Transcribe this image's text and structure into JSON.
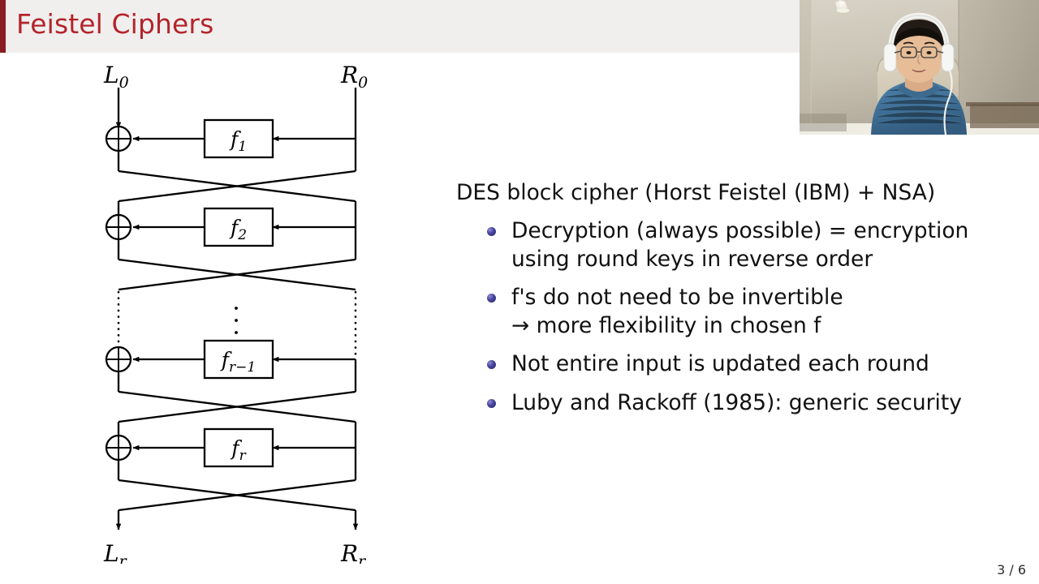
{
  "slide": {
    "title": "Feistel Ciphers",
    "accent_color": "#b4242b",
    "header_bg": "#f0efee",
    "bullet_color": "#4845a0",
    "page_number": "3 / 6"
  },
  "content": {
    "lead": "DES block cipher (Horst Feistel (IBM) + NSA)",
    "bullets": [
      {
        "line1": "Decryption (always possible) = encryption",
        "line2": "using round keys in reverse order"
      },
      {
        "line1": "f's do not need to be invertible",
        "line2": "→ more flexibility in chosen f"
      },
      {
        "line1": "Not entire input is updated each round",
        "line2": ""
      },
      {
        "line1": "Luby and Rackoff (1985): generic security",
        "line2": ""
      }
    ]
  },
  "diagram": {
    "name": "feistel-network",
    "input_left_label": "L",
    "input_left_sub": "0",
    "input_right_label": "R",
    "input_right_sub": "0",
    "output_left_label": "L",
    "output_left_sub": "r",
    "output_right_label": "R",
    "output_right_sub": "r",
    "rounds": [
      {
        "box_label": "f",
        "box_sub": "1"
      },
      {
        "box_label": "f",
        "box_sub": "2"
      },
      {
        "box_label": "f",
        "box_sub": "r−1"
      },
      {
        "box_label": "f",
        "box_sub": "r"
      }
    ],
    "xor_symbol": "⊕",
    "ellipsis_symbol": "⋮",
    "line_color": "#000000"
  },
  "webcam": {
    "name": "presenter-webcam",
    "description": "presenter video feed"
  }
}
